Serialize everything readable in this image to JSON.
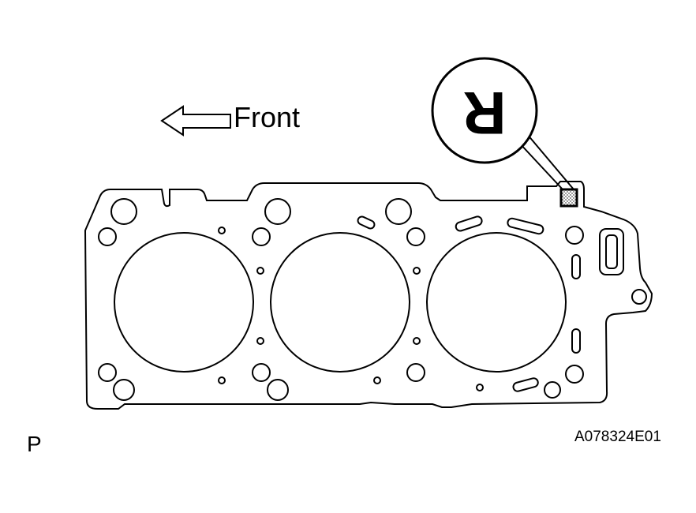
{
  "labels": {
    "front": "Front",
    "page_letter": "P",
    "figure_code": "A078324E01",
    "callout_mark": "R"
  },
  "icons": {
    "direction_arrow": "left-arrow-icon"
  },
  "colors": {
    "line": "#000000",
    "background": "#ffffff",
    "mark_fill": "#888888"
  }
}
